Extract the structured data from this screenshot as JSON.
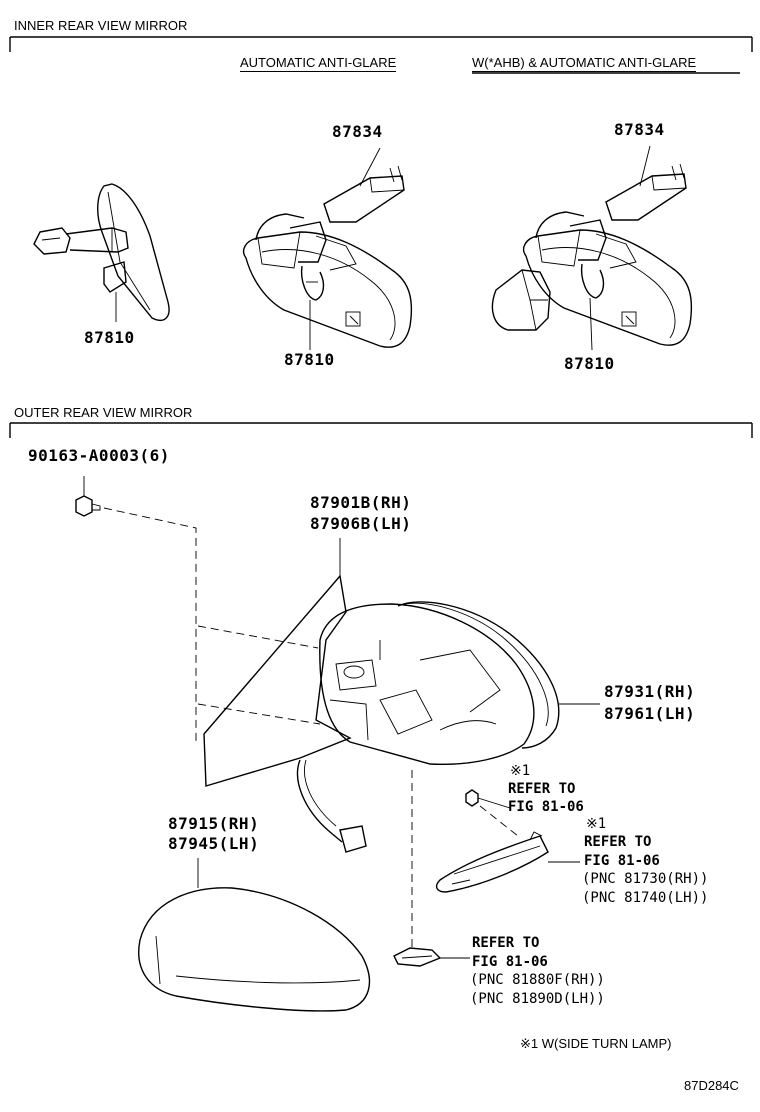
{
  "sections": {
    "inner": "INNER REAR VIEW MIRROR",
    "outer": "OUTER REAR VIEW MIRROR"
  },
  "subheads": {
    "auto": "AUTOMATIC ANTI-GLARE",
    "ahb": "W(*AHB) & AUTOMATIC ANTI-GLARE"
  },
  "parts": {
    "p87834a": "87834",
    "p87834b": "87834",
    "p87810a": "87810",
    "p87810b": "87810",
    "p87810c": "87810",
    "bolt": "90163-A0003(6)",
    "p87901": "87901B(RH)",
    "p87906": "87906B(LH)",
    "p87931": "87931(RH)",
    "p87961": "87961(LH)",
    "p87915": "87915(RH)",
    "p87945": "87945(LH)"
  },
  "refs": {
    "r1": {
      "mark": "※1",
      "l1": "REFER TO",
      "l2": "FIG 81-06"
    },
    "r2": {
      "mark": "※1",
      "l1": "REFER TO",
      "l2": "FIG 81-06",
      "pnc1": "(PNC 81730(RH))",
      "pnc2": "(PNC 81740(LH))"
    },
    "r3": {
      "l1": "REFER TO",
      "l2": "FIG 81-06",
      "pnc1": "(PNC 81880F(RH))",
      "pnc2": "(PNC 81890D(LH))"
    }
  },
  "footnote": "※1 W(SIDE TURN LAMP)",
  "figure_code": "87D284C"
}
